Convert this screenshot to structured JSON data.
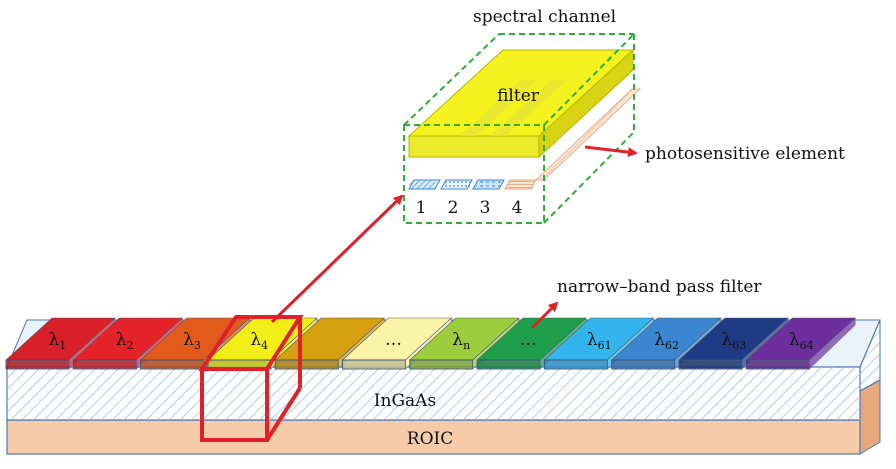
{
  "labels": {
    "spectral_channel": "spectral channel",
    "filter": "filter",
    "photosensitive_element": "photosensitive element",
    "narrow_band_pass_filter": "narrow–band pass filter",
    "ingaas": "InGaAs",
    "roic": "ROIC"
  },
  "element_numbers": [
    "1",
    "2",
    "3",
    "4"
  ],
  "filters": [
    {
      "symbol": "λ",
      "sub": "1",
      "color": "#d9202a",
      "text_color": "#111111"
    },
    {
      "symbol": "λ",
      "sub": "2",
      "color": "#e52229",
      "text_color": "#111111"
    },
    {
      "symbol": "λ",
      "sub": "3",
      "color": "#e35b1c",
      "text_color": "#111111"
    },
    {
      "symbol": "λ",
      "sub": "4",
      "color": "#f2ee18",
      "text_color": "#111111"
    },
    {
      "symbol": "",
      "sub": "",
      "color": "#d4a010",
      "text_color": "#111111"
    },
    {
      "symbol": "…",
      "sub": "",
      "color": "#fbf3a8",
      "text_color": "#111111"
    },
    {
      "symbol": "λ",
      "sub": "n",
      "color": "#9ccd3e",
      "text_color": "#111111"
    },
    {
      "symbol": "…",
      "sub": "",
      "color": "#1e9e4a",
      "text_color": "#111111"
    },
    {
      "symbol": "λ",
      "sub": "61",
      "color": "#33b4ec",
      "text_color": "#111111"
    },
    {
      "symbol": "λ",
      "sub": "62",
      "color": "#3a86cf",
      "text_color": "#111111"
    },
    {
      "symbol": "λ",
      "sub": "63",
      "color": "#1f3b86",
      "text_color": "#111111"
    },
    {
      "symbol": "λ",
      "sub": "64",
      "color": "#6e2f9e",
      "text_color": "#111111"
    }
  ],
  "colors": {
    "roic": "#f6cba9",
    "ingaas_hatch": "#9ec3e6",
    "edge_blue": "#4a76b8",
    "highlight_red": "#e0202a",
    "green_dashed": "#2fae3a",
    "filter_yellow": "#f5f21f"
  }
}
